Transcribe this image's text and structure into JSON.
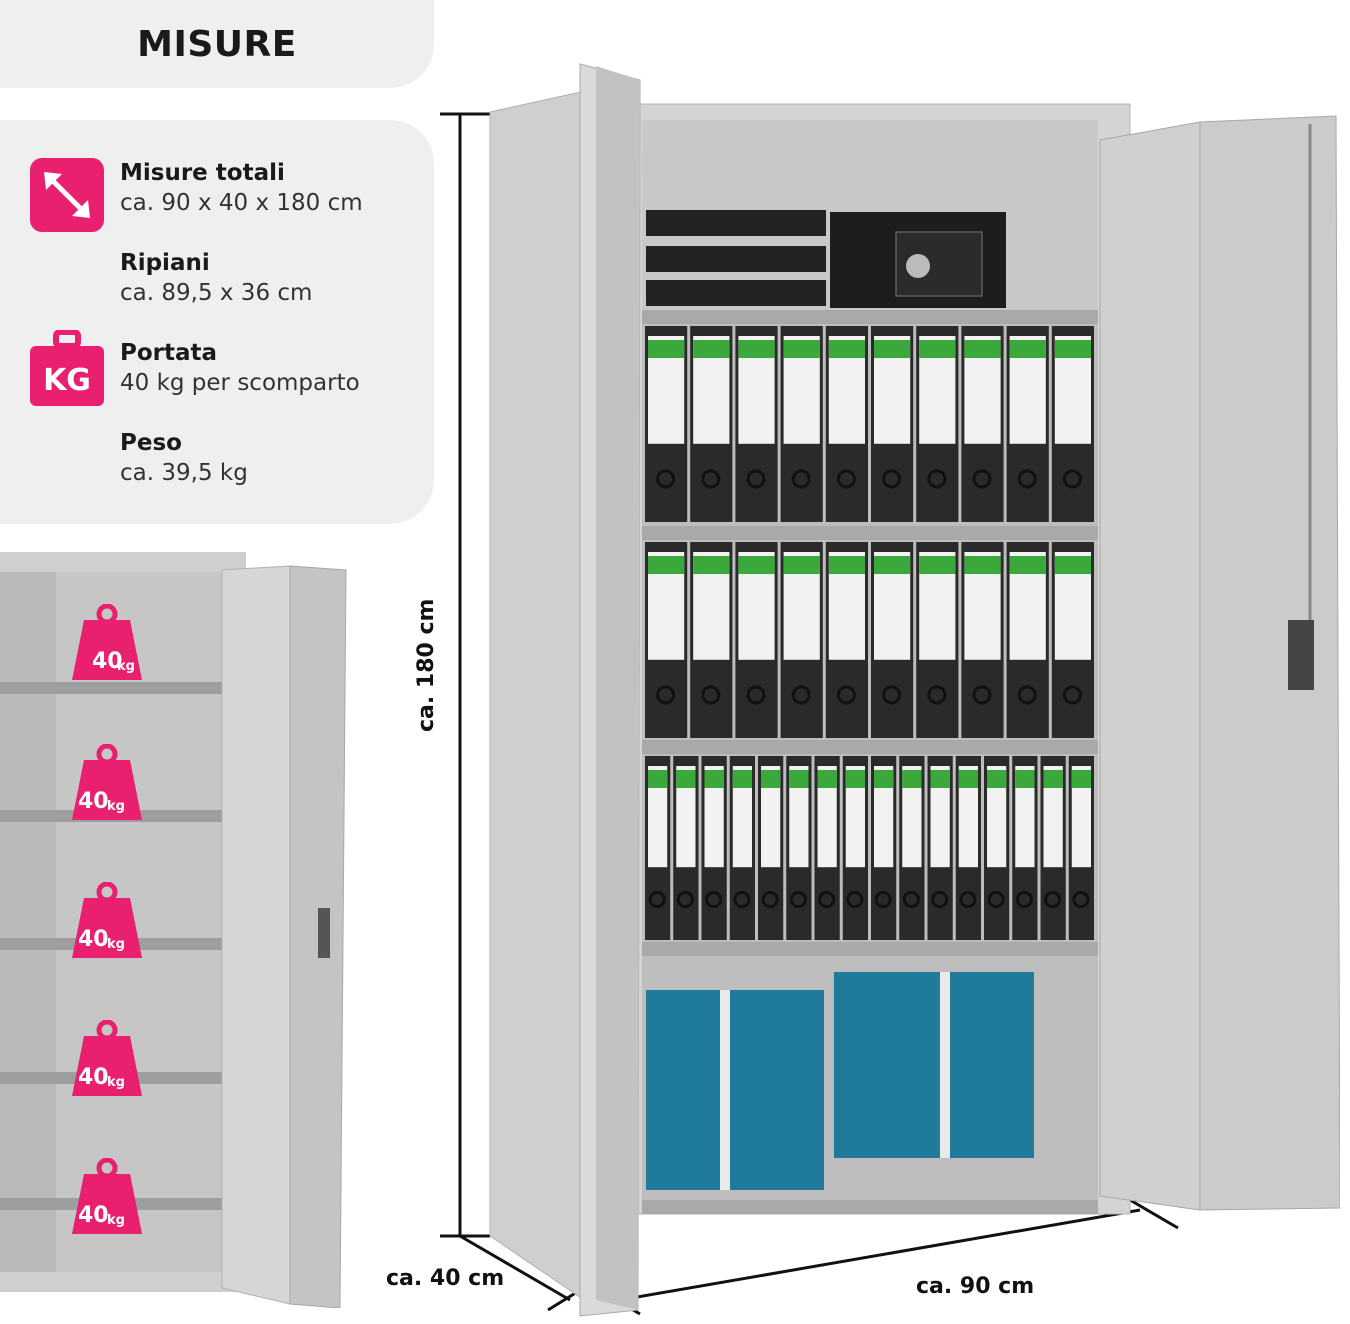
{
  "title": "MISURE",
  "specs": [
    {
      "label": "Misure totali",
      "value": "ca. 90 x 40 x 180 cm",
      "icon": "resize-arrows-icon"
    },
    {
      "label": "Ripiani",
      "value": "ca. 89,5 x 36 cm",
      "icon": ""
    },
    {
      "label": "Portata",
      "value": "40 kg per scomparto",
      "icon": "kg-weight-icon"
    },
    {
      "label": "Peso",
      "value": "ca. 39,5 kg",
      "icon": ""
    }
  ],
  "kg_icon_text": "KG",
  "weight_badges": [
    {
      "num": "40",
      "unit": "kg"
    },
    {
      "num": "40",
      "unit": "kg"
    },
    {
      "num": "40",
      "unit": "kg"
    },
    {
      "num": "40",
      "unit": "kg"
    },
    {
      "num": "40",
      "unit": "kg"
    }
  ],
  "dimensions": {
    "height": "ca. 180 cm",
    "depth": "ca. 40 cm",
    "width": "ca. 90 cm"
  },
  "colors": {
    "accent": "#e8206f",
    "panel": "#efefef",
    "cabinet": "#c9c9c9",
    "binder": "#2a2a2a",
    "binder_label_green": "#3aa83a",
    "paper_box": "#1f7a9c"
  }
}
